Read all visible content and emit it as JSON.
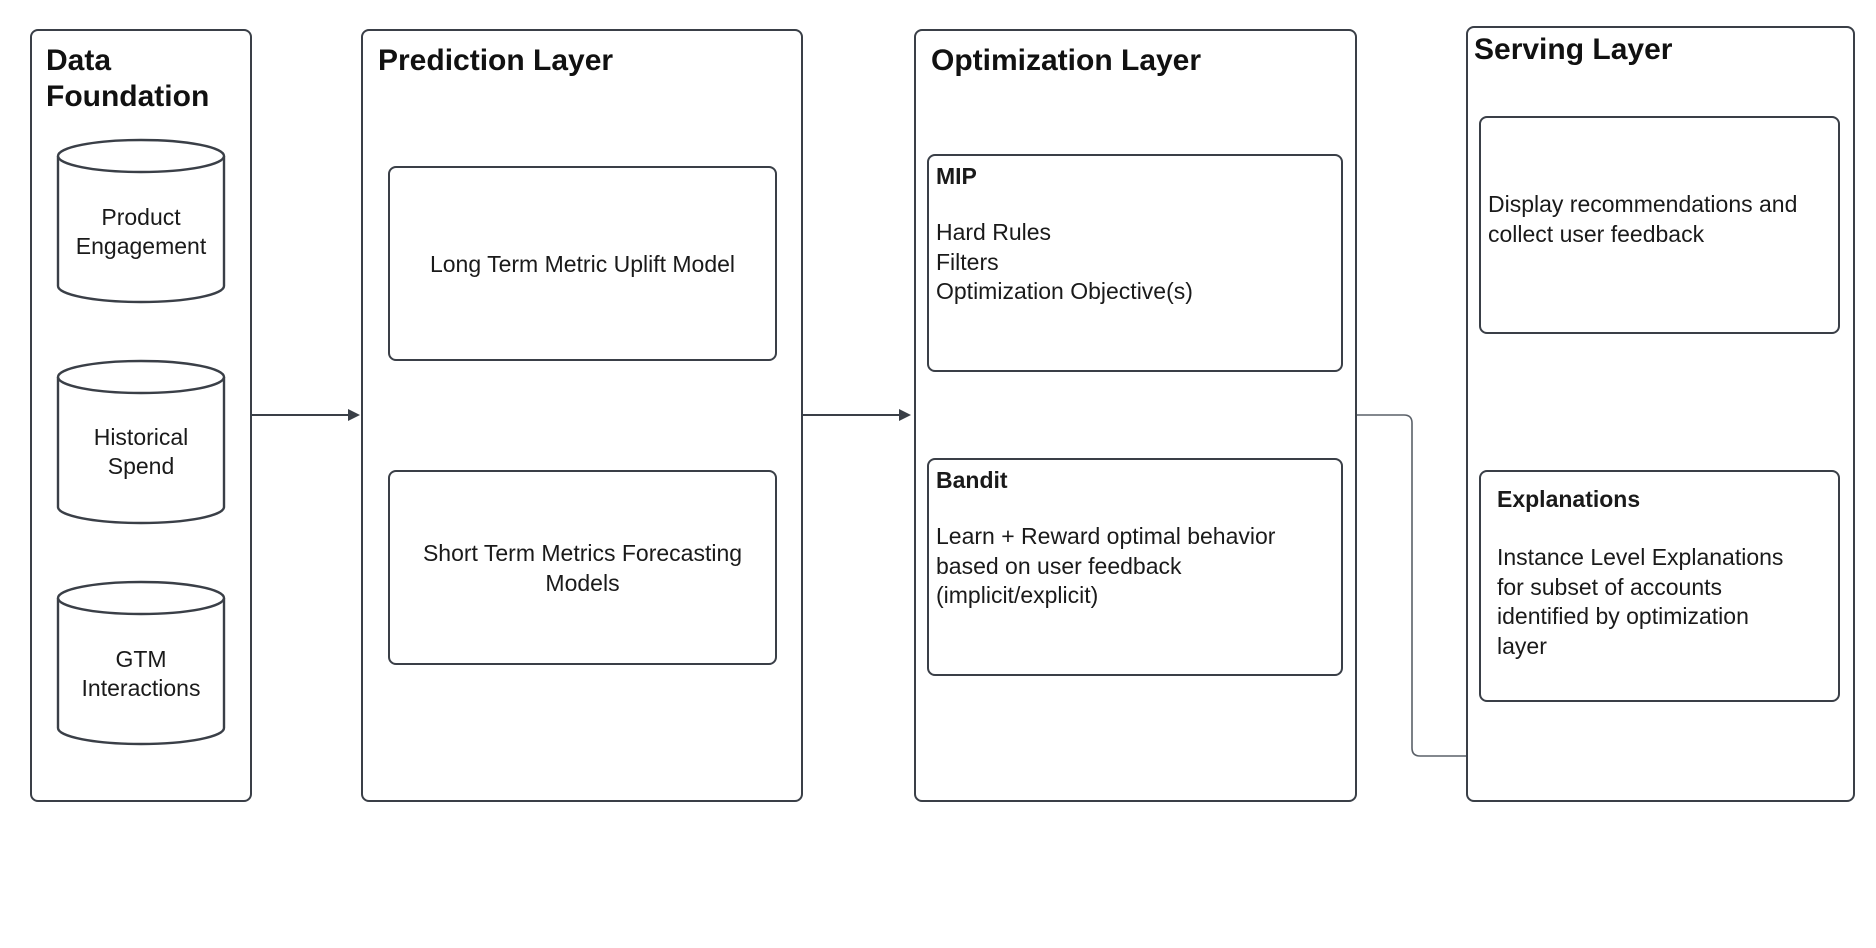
{
  "layers": {
    "data_foundation": {
      "title": "Data\nFoundation",
      "sources": [
        {
          "label": "Product Engagement"
        },
        {
          "label": "Historical Spend"
        },
        {
          "label": "GTM Interactions"
        }
      ]
    },
    "prediction": {
      "title": "Prediction Layer",
      "models": [
        {
          "label": "Long Term Metric Uplift Model"
        },
        {
          "label": "Short Term Metrics Forecasting Models"
        }
      ]
    },
    "optimization": {
      "title": "Optimization Layer",
      "mip": {
        "title": "MIP",
        "lines": [
          "Hard Rules",
          "Filters",
          "Optimization Objective(s)"
        ]
      },
      "bandit": {
        "title": "Bandit",
        "lines": [
          "Learn + Reward optimal behavior",
          "based on user feedback",
          "(implicit/explicit)"
        ]
      }
    },
    "serving": {
      "title": "Serving Layer",
      "display": {
        "lines": [
          "Display recommendations and",
          "collect user feedback"
        ]
      },
      "explanations": {
        "title": "Explanations",
        "lines": [
          "Instance Level Explanations",
          "for subset of accounts",
          "identified by optimization",
          "layer"
        ]
      }
    }
  },
  "colors": {
    "stroke": "#3a3f47",
    "text": "#1a1a1a",
    "connector": "#5a6068"
  }
}
